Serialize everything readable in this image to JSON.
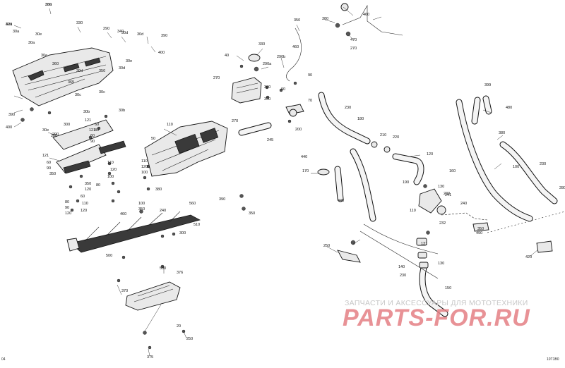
{
  "watermark": {
    "caption": "ЗАПЧАСТИ И АКСЕССУАРЫ ДЛЯ МОТОТЕХНИКИ",
    "logo": "PARTS-FOR.RU",
    "caption_color": "#c8c8c8",
    "logo_color": "#e57f84"
  },
  "corner": {
    "left": "04",
    "right": "10T1B0"
  },
  "callouts": [
    "30a",
    "30a",
    "30e",
    "330",
    "30d",
    "30a",
    "30a",
    "30e",
    "290",
    "340",
    "30d",
    "390",
    "400",
    "360",
    "30d",
    "30e",
    "30d",
    "350",
    "365",
    "30c",
    "30c",
    "30b",
    "30b",
    "290",
    "390",
    "400",
    "30e",
    "300",
    "121",
    "60",
    "90",
    "280",
    "121",
    "60",
    "90",
    "121",
    "60",
    "80",
    "350",
    "110",
    "120",
    "100",
    "50",
    "110",
    "120",
    "100",
    "80",
    "350",
    "120",
    "60",
    "110",
    "120",
    "80",
    "90",
    "120",
    "100",
    "350",
    "110",
    "40",
    "330",
    "290b",
    "270",
    "290a",
    "300",
    "350",
    "90",
    "90",
    "70",
    "200",
    "350",
    "460",
    "270",
    "245",
    "190",
    "230",
    "180",
    "210",
    "220",
    "120",
    "170",
    "440",
    "380",
    "230",
    "160",
    "110",
    "130",
    "140",
    "230",
    "150",
    "250",
    "131",
    "230",
    "240",
    "500",
    "460",
    "560",
    "510",
    "300",
    "500",
    "370",
    "376",
    "20",
    "250",
    "375",
    "399",
    "380",
    "460",
    "470",
    "270",
    "480",
    "380",
    "440",
    "100",
    "420",
    "390",
    "350",
    "280",
    "350",
    "490",
    "240",
    "241",
    "130",
    "232",
    "330",
    "420"
  ]
}
